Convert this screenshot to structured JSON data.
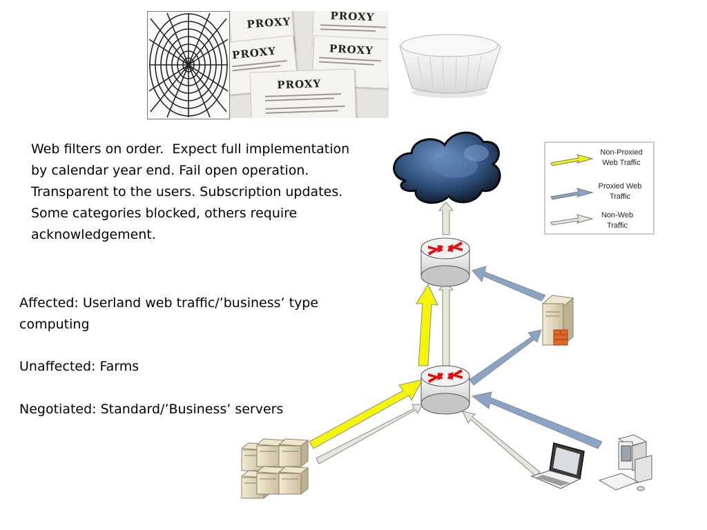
{
  "images": {
    "proxy_word": "PROXY"
  },
  "text": {
    "intro": "Web filters on order.  Expect full implementation by calendar year end. Fail open operation. Transparent to the users. Subscription updates. Some categories blocked, others require acknowledgement.",
    "affected": "Affected: Userland web traffic/’business’ type computing",
    "unaffected": "Unaffected: Farms",
    "negotiated": "Negotiated: Standard/’Business’ servers"
  },
  "legend": {
    "items": [
      {
        "line1": "Non-Proxied",
        "line2": "Web Traffic",
        "color": "#f5f50a"
      },
      {
        "line1": "Proxied Web",
        "line2": "Traffic",
        "color": "#8aa4c8"
      },
      {
        "line1": "Non-Web",
        "line2": "Traffic",
        "color": "#e4e8da"
      }
    ]
  },
  "diagram_nodes": {
    "cloud": "cloud-icon",
    "router_top": "router-icon",
    "router_bottom": "router-icon",
    "proxy_server": "server-tower-icon",
    "server_farm": "server-cluster-icon",
    "laptop": "laptop-icon",
    "workstation": "desktop-computer-icon"
  }
}
